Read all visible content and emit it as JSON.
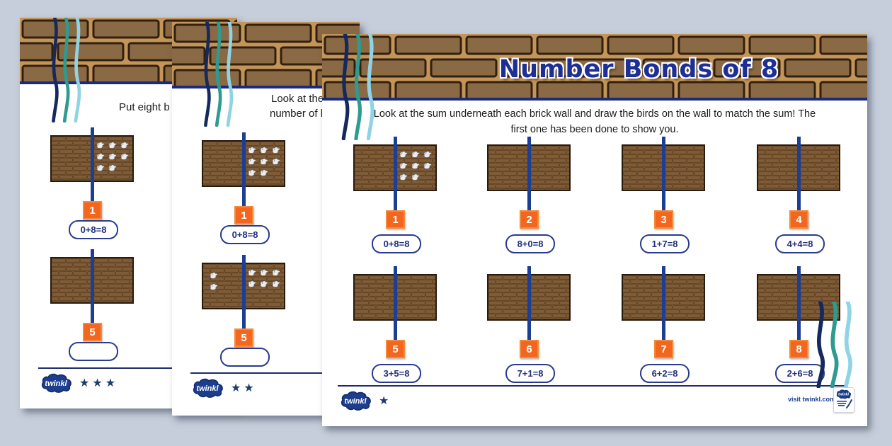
{
  "canvas": {
    "background_color": "#c6cedb"
  },
  "colors": {
    "page": "#ffffff",
    "brick_brown": "#8a6945",
    "mortar_tan": "#c49559",
    "header_border_navy": "#1a2a80",
    "title_blue": "#1d2f96",
    "badge_orange": "#f4661e",
    "pill_border_navy": "#2b3a8f",
    "pole_blue": "#1c3e94",
    "star_navy": "#1e3b70",
    "wave_navy": "#15295c",
    "wave_teal": "#2d9b8f",
    "wave_cyan": "#8fd4e6"
  },
  "front_page": {
    "title": "Number Bonds of 8",
    "instructions": "Look at the sum underneath each brick wall and draw the birds on the wall to match the sum! The first one has been done to show you.",
    "walls": [
      {
        "number": "1",
        "sum": "0+8=8",
        "birds_right_rows": [
          3,
          3,
          2
        ]
      },
      {
        "number": "2",
        "sum": "8+0=8"
      },
      {
        "number": "3",
        "sum": "1+7=8"
      },
      {
        "number": "4",
        "sum": "4+4=8"
      },
      {
        "number": "5",
        "sum": "3+5=8"
      },
      {
        "number": "6",
        "sum": "7+1=8"
      },
      {
        "number": "7",
        "sum": "6+2=8"
      },
      {
        "number": "8",
        "sum": "2+6=8"
      }
    ],
    "footer": {
      "logo_text": "twinkl",
      "stars": "★",
      "visit_text": "visit twinkl.com",
      "badge_logo_text": "twinkl"
    }
  },
  "middle_page": {
    "instruction_fragment_line1": "Look at the",
    "instruction_fragment_line2": "number of b",
    "walls": [
      {
        "number": "1",
        "sum": "0+8=8",
        "birds_right_rows": [
          3,
          3,
          2
        ]
      },
      {
        "number": "5",
        "sum": "",
        "birds_left_rows": [
          1,
          1
        ],
        "birds_right_rows": [
          3,
          3
        ]
      }
    ],
    "footer": {
      "logo_text": "twinkl",
      "stars": "★★"
    }
  },
  "back_page": {
    "instruction_fragment": "Put eight b",
    "walls": [
      {
        "number": "1",
        "sum": "0+8=8",
        "birds_right_rows": [
          3,
          3,
          2
        ]
      },
      {
        "number": "5",
        "sum": ""
      }
    ],
    "footer": {
      "logo_text": "twinkl",
      "stars": "★★★"
    }
  }
}
